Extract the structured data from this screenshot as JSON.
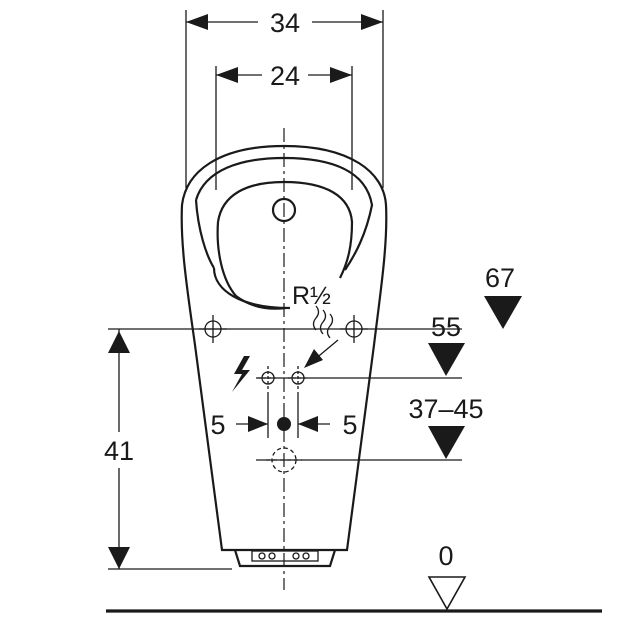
{
  "dimensions": {
    "overall_width": "34",
    "bowl_width": "24",
    "water_supply_height": "41",
    "water_connection_offset_left": "5",
    "water_connection_offset_right": "5"
  },
  "connection": {
    "thread_label": "R½"
  },
  "levels": {
    "top_edge": "67",
    "fixing_height": "55",
    "outlet_range": "37–45",
    "floor": "0"
  },
  "icons": {
    "power_supply": "lightning-icon",
    "water_supply": "water-supply-icon"
  }
}
